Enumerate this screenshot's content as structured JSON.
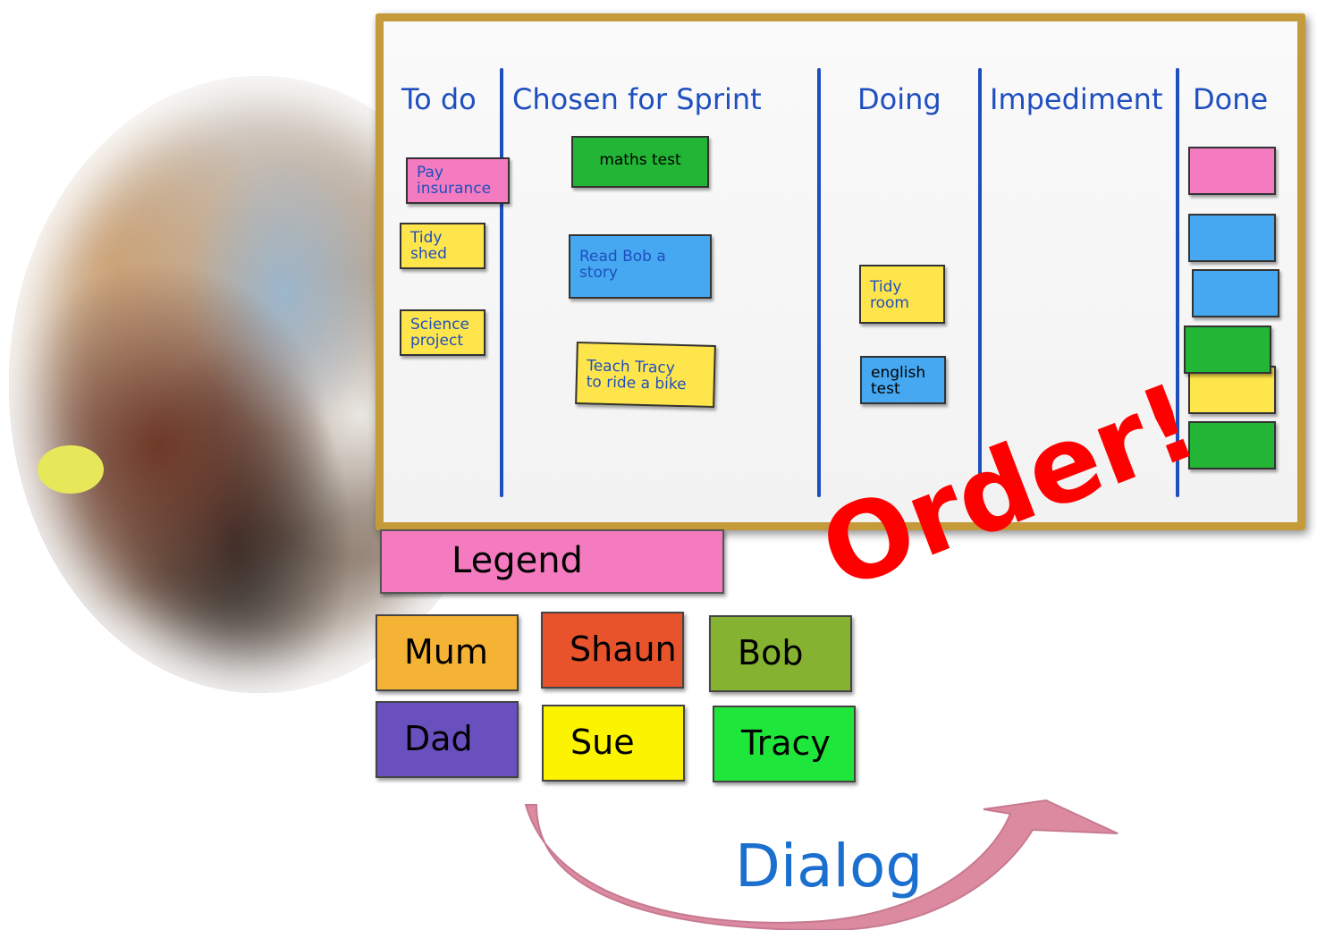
{
  "board": {
    "columns": [
      {
        "title": "To do"
      },
      {
        "title": "Chosen for Sprint"
      },
      {
        "title": "Doing"
      },
      {
        "title": "Impediment"
      },
      {
        "title": "Done"
      }
    ],
    "notes": {
      "todo": [
        {
          "text": "Pay\ninsurance",
          "color": "#f47bbf"
        },
        {
          "text": "Tidy\nshed",
          "color": "#ffe54c"
        },
        {
          "text": "Science\nproject",
          "color": "#ffe54c"
        }
      ],
      "sprint": [
        {
          "text": "maths test",
          "color": "#22b536"
        },
        {
          "text": "Read Bob a\nstory",
          "color": "#45a8f0"
        },
        {
          "text": "Teach Tracy\nto ride a bike",
          "color": "#ffe54c"
        }
      ],
      "doing": [
        {
          "text": "Tidy\nroom",
          "color": "#ffe54c"
        },
        {
          "text": "english\ntest",
          "color": "#45a8f0"
        }
      ],
      "done_colors": [
        "#f47bbf",
        "#45a8f0",
        "#45a8f0",
        "#22b536",
        "#ffe54c",
        "#22b536"
      ]
    }
  },
  "legend": {
    "title": "Legend",
    "title_color": "#f47bbf",
    "people": [
      {
        "name": "Mum",
        "color": "#f5b335"
      },
      {
        "name": "Shaun",
        "color": "#e8532c"
      },
      {
        "name": "Bob",
        "color": "#86b232"
      },
      {
        "name": "Dad",
        "color": "#6a4fbf"
      },
      {
        "name": "Sue",
        "color": "#fbf300"
      },
      {
        "name": "Tracy",
        "color": "#1fe63a"
      }
    ]
  },
  "annotations": {
    "order": "Order!",
    "dialog": "Dialog"
  }
}
